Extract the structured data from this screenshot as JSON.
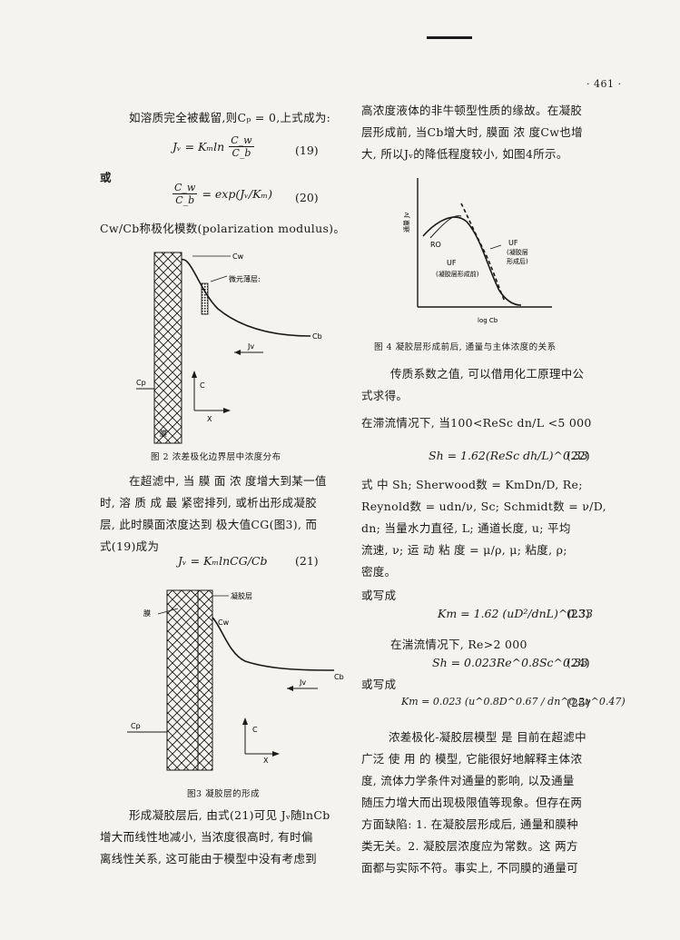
{
  "page": {
    "number": "· 461 ·"
  },
  "left": {
    "p1": "如溶质完全被截留,则Cₚ = 0,上式成为:",
    "eq19": {
      "lhs": "Jᵥ = Kₘln",
      "num": "C_w",
      "den": "C_b",
      "num_label": "(19)"
    },
    "or1": "或",
    "eq20": {
      "num": "C_w",
      "den": "C_b",
      "rhs": "= exp(Jᵥ/Kₘ)",
      "num_label": "(20)"
    },
    "p2": "Cw/Cb称极化模数(polarization modulus)。",
    "fig2": {
      "labels": {
        "cw": "Cw",
        "micro": "微元薄层:",
        "cb": "Cb",
        "jv": "Jv",
        "cp": "Cp",
        "c": "C",
        "x": "X",
        "membrane": "膜"
      },
      "caption": "图 2   浓差极化边界层中浓度分布"
    },
    "p3": [
      "在超滤中, 当 膜 面 浓 度增大到某一值",
      "时, 溶 质 成 最 紧密排列, 或析出形成凝胶",
      "层, 此时膜面浓度达到 极大值CG(图3), 而",
      "式(19)成为"
    ],
    "eq21": {
      "text": "Jᵥ = KₘlnCG/Cb",
      "num_label": "(21)"
    },
    "fig3": {
      "labels": {
        "gel": "凝胶层",
        "membrane": "膜",
        "cw": "Cw",
        "cb": "Cb",
        "jv": "Jv",
        "cp": "Cp",
        "c": "C",
        "x": "X"
      },
      "caption": "图3   凝胶层的形成"
    },
    "p4": [
      "形成凝胶层后, 由式(21)可见 Jᵥ随lnCb",
      "增大而线性地减小, 当浓度很高时, 有时偏",
      "离线性关系, 这可能由于模型中没有考虑到"
    ]
  },
  "right": {
    "p1": [
      "高浓度液体的非牛顿型性质的缘故。在凝胶",
      "层形成前, 当Cb增大时, 膜面 浓 度Cw也增",
      "大, 所以Jᵥ的降低程度较小, 如图4所示。"
    ],
    "fig4": {
      "labels": {
        "yaxis": "通量 Jv",
        "ro": "RO",
        "uf_before_1": "UF",
        "uf_before_2": "(凝胶层形成前)",
        "uf_after_1": "UF",
        "uf_after_2": "(凝胶层",
        "uf_after_3": "形成后)",
        "xaxis": "log Cb"
      },
      "caption": "图 4   凝胶层形成前后, 通量与主体浓度的关系"
    },
    "p2": [
      "传质系数之值, 可以借用化工原理中公",
      "式求得。"
    ],
    "p3": "在滞流情况下, 当100<ReSc dn/L <5 000",
    "eq22": {
      "text": "Sh = 1.62(ReSc dh/L)^0.33",
      "num_label": "(22)"
    },
    "p4": [
      "式 中  Sh; Sherwood数 = KmDn/D, Re;",
      "Reynold数 = udn/ν, Sc; Schmidt数 = ν/D,",
      "dn; 当量水力直径, L; 通道长度, u; 平均",
      "流速, ν; 运 动 粘 度 = μ/ρ, μ; 粘度, ρ;",
      "密度。"
    ],
    "or2": "或写成",
    "eq23": {
      "text": "Km = 1.62 (uD²/dnL)^0.33",
      "num_label": "(23)"
    },
    "p5": "在湍流情况下, Re>2 000",
    "eq24": {
      "text": "Sh = 0.023Re^0.8Sc^0.33",
      "num_label": "(24)"
    },
    "or3": "或写成",
    "eq25": {
      "text": "Km = 0.023 (u^0.8D^0.67 / dn^0.2ν^0.47)",
      "num_label": "(25)"
    },
    "p6": [
      "浓差极化-凝胶层模型 是 目前在超滤中",
      "广泛 使 用 的 模型, 它能很好地解释主体浓",
      "度, 流体力学条件对通量的影响, 以及通量",
      "随压力增大而出现极限值等现象。但存在两",
      "方面缺陷: 1. 在凝胶层形成后, 通量和膜种",
      "类无关。2. 凝胶层浓度应为常数。这 两方",
      "面都与实际不符。事实上, 不同膜的通量可"
    ]
  }
}
